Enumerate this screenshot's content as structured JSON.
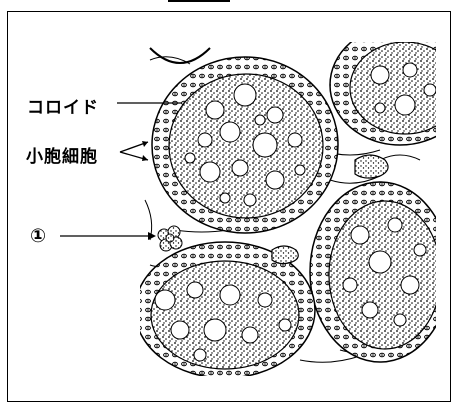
{
  "labels": {
    "colloid": "コロイド",
    "follicle_cell": "小胞細胞",
    "marker": "①"
  }
}
